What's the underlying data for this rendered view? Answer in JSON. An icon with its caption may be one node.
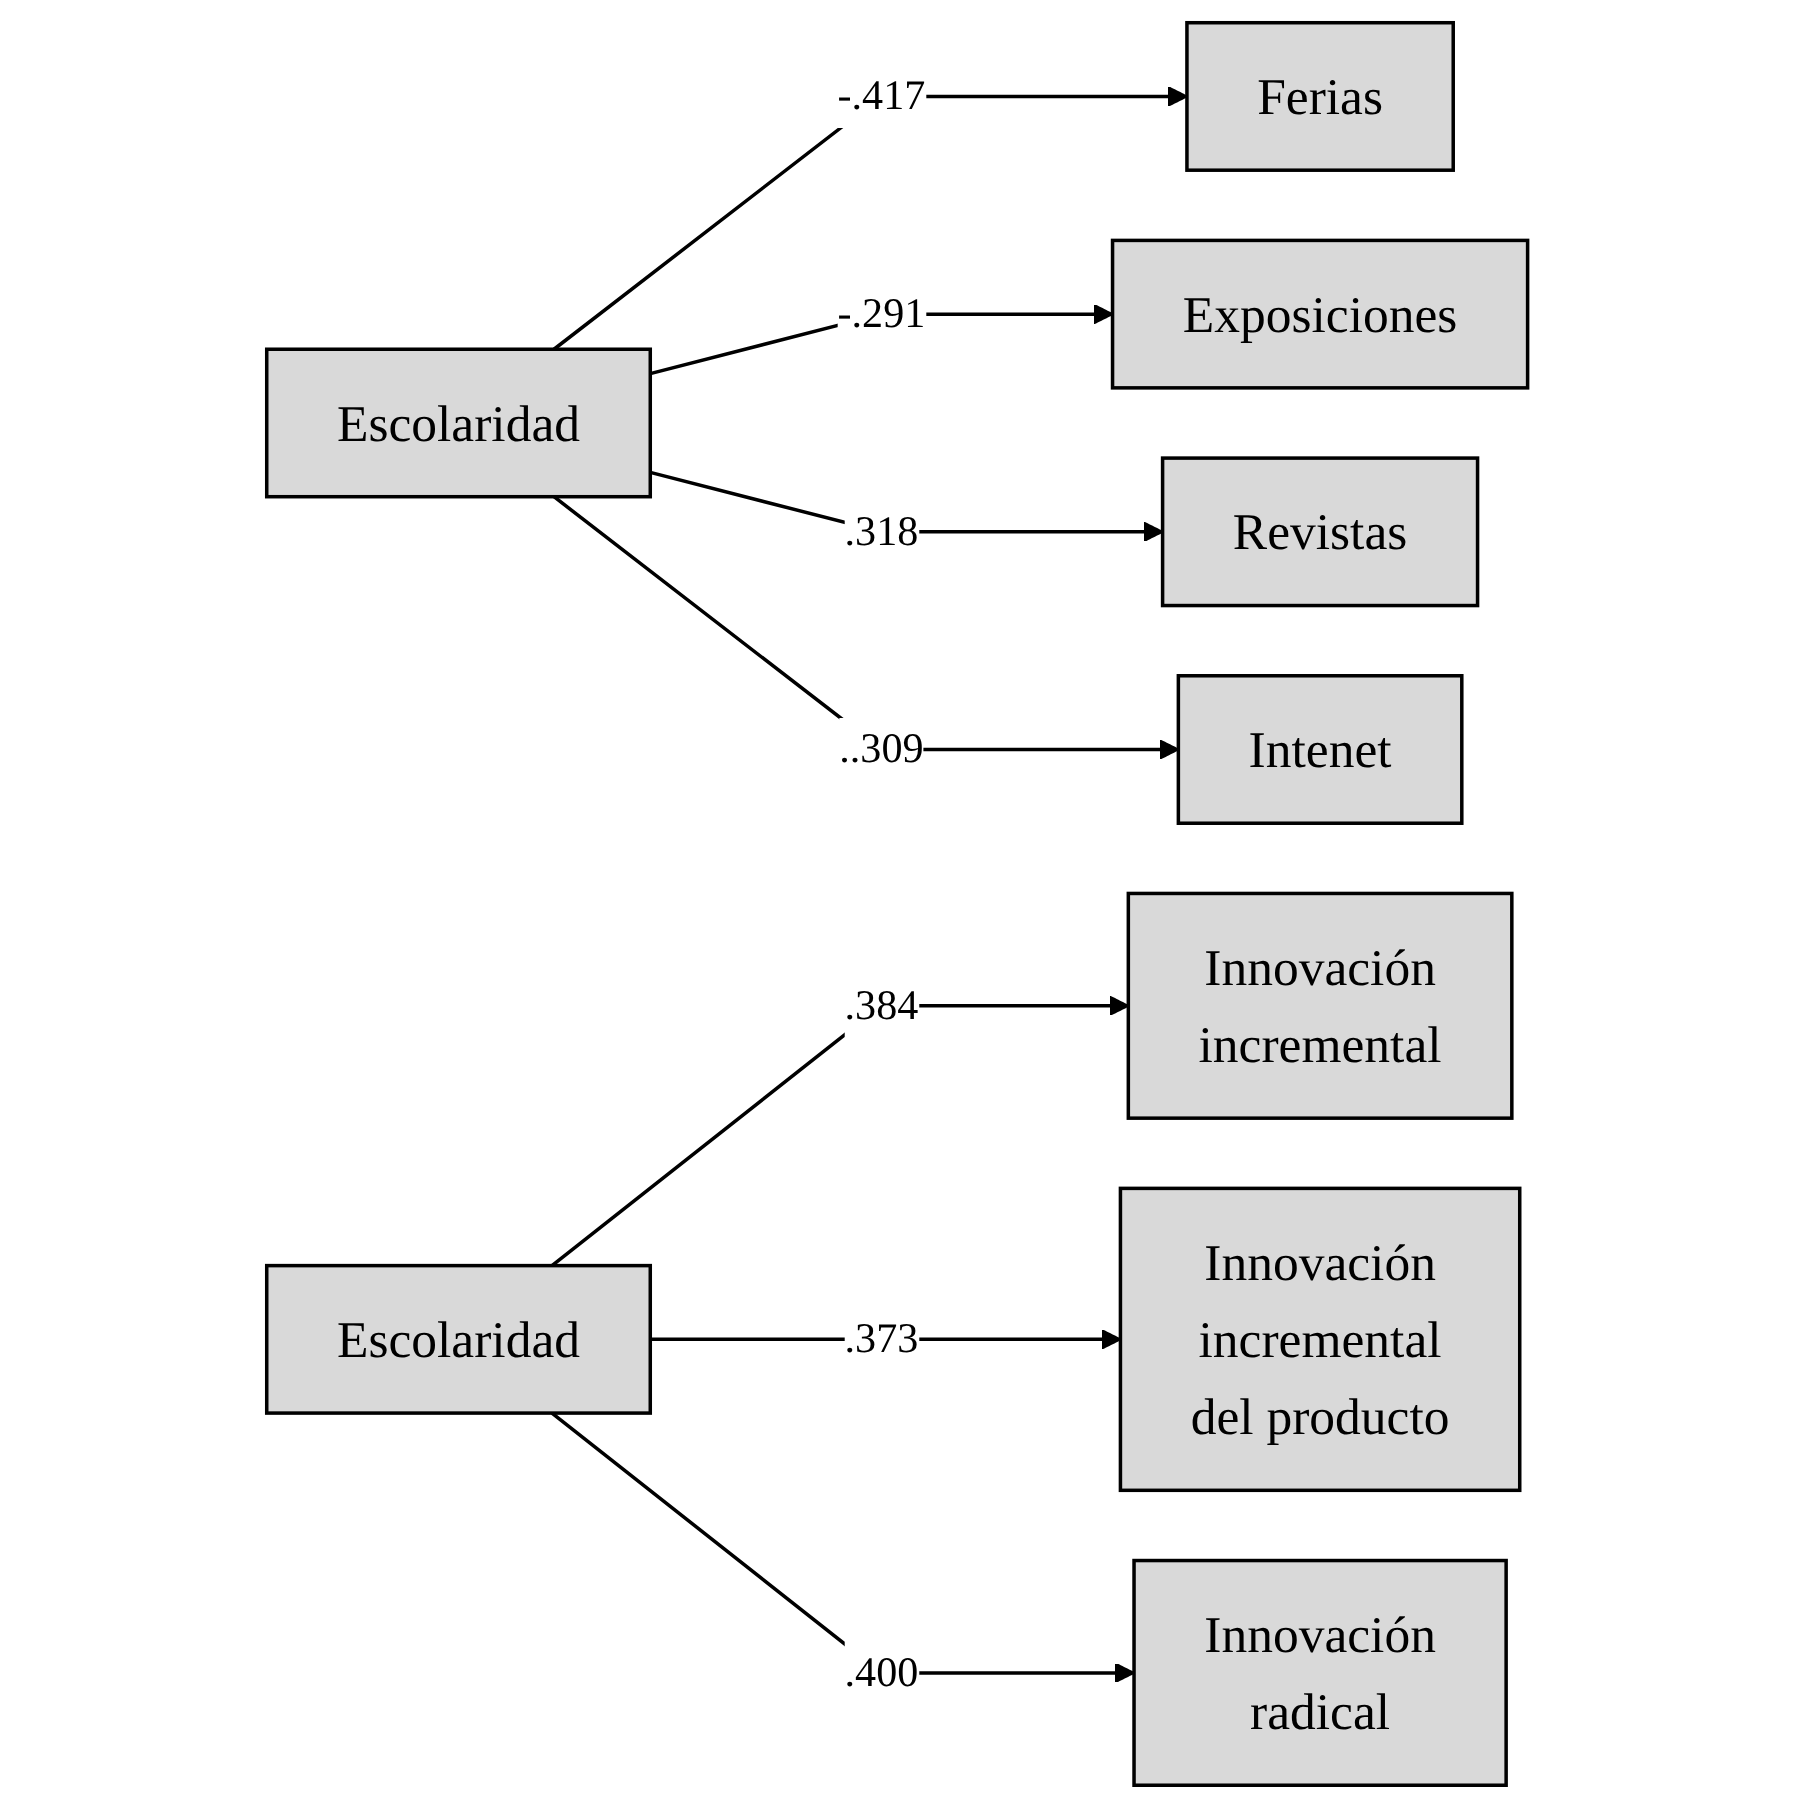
{
  "diagram": {
    "nodes": [
      {
        "text": [
          "Escolaridad"
        ]
      },
      {
        "text": [
          "Ferias"
        ]
      },
      {
        "text": [
          "Exposiciones"
        ]
      },
      {
        "text": [
          "Revistas"
        ]
      },
      {
        "text": [
          "Intenet"
        ]
      },
      {
        "text": [
          "Escolaridad"
        ]
      },
      {
        "text": [
          "Innovación incremental"
        ]
      },
      {
        "text": [
          "Innovación incremental del producto"
        ]
      },
      {
        "text": [
          "Innovación radical"
        ]
      }
    ],
    "edges": [
      {
        "from": 0,
        "to": 1,
        "arrow": "to",
        "label": "-.417"
      },
      {
        "from": 0,
        "to": 2,
        "arrow": "to",
        "label": "-.291"
      },
      {
        "from": 0,
        "to": 3,
        "arrow": "to",
        "label": ".318"
      },
      {
        "from": 0,
        "to": 4,
        "arrow": "to",
        "label": "..309"
      },
      {
        "from": 5,
        "to": 6,
        "arrow": "to",
        "label": ".384"
      },
      {
        "from": 5,
        "to": 7,
        "arrow": "to",
        "label": ".373"
      },
      {
        "from": 5,
        "to": 8,
        "arrow": "to",
        "label": ".400"
      }
    ]
  }
}
